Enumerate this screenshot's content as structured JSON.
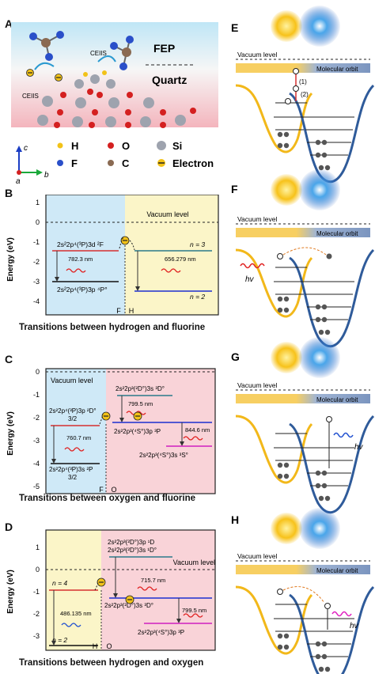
{
  "panels": {
    "A": {
      "letter": "A",
      "fep_label": "FEP",
      "quartz_label": "Quartz",
      "ceiis_label_1": "CEIIS",
      "ceiis_label_2": "CEIIS",
      "legend": [
        {
          "symbol": "H",
          "color": "#f2c218"
        },
        {
          "symbol": "O",
          "color": "#d42020"
        },
        {
          "symbol": "Si",
          "color": "#9ea3ae"
        },
        {
          "symbol": "F",
          "color": "#2a4fc9"
        },
        {
          "symbol": "C",
          "color": "#8a6a52"
        },
        {
          "symbol": "Electron",
          "color": "#f2c218"
        }
      ],
      "axes": {
        "c": "c",
        "b": "b",
        "a": "a"
      }
    },
    "B": {
      "letter": "B",
      "ylabel": "Energy (eV)",
      "yticks": [
        "1",
        "0",
        "-1",
        "-2",
        "-3",
        "-4"
      ],
      "vacuum": "Vacuum level",
      "f_upper": "2s²2p⁴(³P)3d ²F",
      "f_lower": "2s²2p⁴(³P)3p ⁴P°",
      "f_wavelength": "782.3 nm",
      "h_upper": "n = 3",
      "h_lower": "n = 2",
      "h_wavelength": "656.279 nm",
      "left_atom": "F",
      "right_atom": "H",
      "caption": "Transitions between hydrogen and fluorine"
    },
    "C": {
      "letter": "C",
      "ylabel": "Energy (eV)",
      "yticks": [
        "0",
        "-1",
        "-2",
        "-3",
        "-4",
        "-5"
      ],
      "vacuum": "Vacuum level",
      "f_upper": "2s²2p⁴(³P)3p ²D°",
      "f_upper_j": "3/2",
      "f_lower": "2s²2p⁴(³P)3s ²P",
      "f_lower_j": "3/2",
      "f_wavelength": "760.7 nm",
      "o_top": "2s²2p³(²D°)3s ³D°",
      "o_mid": "2s²2p³(⁴S°)3p ³P",
      "o_low": "2s²2p³(⁴S°)3s ³S°",
      "o_wavelength_1": "799.5 nm",
      "o_wavelength_2": "844.6 nm",
      "left_atom": "F",
      "right_atom": "O",
      "caption": "Transitions between oxygen and fluorine"
    },
    "D": {
      "letter": "D",
      "ylabel": "Energy (eV)",
      "yticks": [
        "1",
        "0",
        "-1",
        "-2",
        "-3"
      ],
      "vacuum": "Vacuum level",
      "h_upper": "n = 4",
      "h_lower": "n = 2",
      "h_wavelength": "486.135 nm",
      "o_top": "2s²2p³(²D°)3p ¹D",
      "o_mid": "2s²2p³(²D°)3s ³D°",
      "o_mid2": "2s²2p³(²D°)3s ¹D°",
      "o_low": "2s²2p³(⁴S°)3p ³P",
      "o_wavelength_1": "715.7 nm",
      "o_wavelength_2": "799.5 nm",
      "left_atom": "H",
      "right_atom": "O",
      "caption": "Transitions between hydrogen and oxygen"
    },
    "E": {
      "letter": "E",
      "vacuum": "Vacuum level",
      "orbit": "Molecular orbit",
      "step1": "(1)",
      "step2": "(2)"
    },
    "F": {
      "letter": "F",
      "vacuum": "Vacuum level",
      "orbit": "Molecular orbit",
      "hv": "hv"
    },
    "G": {
      "letter": "G",
      "vacuum": "Vacuum level",
      "orbit": "Molecular orbit",
      "hv": "hv"
    },
    "H": {
      "letter": "H",
      "vacuum": "Vacuum level",
      "orbit": "Molecular orbit",
      "hv": "hv"
    }
  },
  "colors": {
    "hydrogen_bg": "#fbf5c8",
    "fluorine_bg": "#cfe9f7",
    "oxygen_bg": "#f9d3d8",
    "yellow_well": "#f2b81a",
    "blue_well": "#2f5b9a",
    "red_wave": "#e02020",
    "blue_wave": "#2050d0",
    "magenta_wave": "#e020c0"
  }
}
